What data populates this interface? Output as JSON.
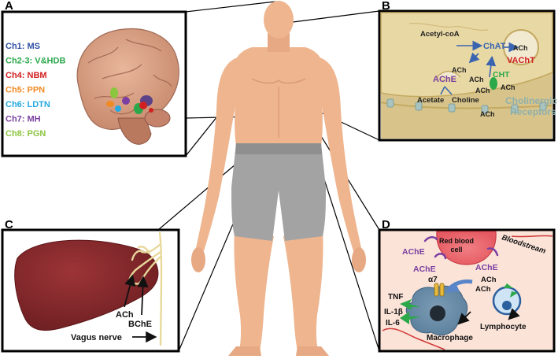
{
  "panels": {
    "a": {
      "letter": "A",
      "legend": [
        {
          "text": "Ch1: MS",
          "color": "#2e4fa3"
        },
        {
          "text": "Ch2-3: V&HDB",
          "color": "#2aa84a"
        },
        {
          "text": "Ch4: NBM",
          "color": "#d21f1f"
        },
        {
          "text": "Ch5: PPN",
          "color": "#f08a24"
        },
        {
          "text": "Ch6: LDTN",
          "color": "#25a9e0"
        },
        {
          "text": "Ch7: MH",
          "color": "#7a3fa0"
        },
        {
          "text": "Ch8: PGN",
          "color": "#8cc63f"
        }
      ]
    },
    "b": {
      "letter": "B",
      "acetyl_coa": "Acetyl-coA",
      "chat": "ChAT",
      "vacht": "VAChT",
      "ach": "ACh",
      "ache": "AChE",
      "cht": "CHT",
      "acetate": "Acetate",
      "choline": "Choline",
      "receptors_line1": "Cholinergic",
      "receptors_line2": "Receptors"
    },
    "c": {
      "letter": "C",
      "ach": "ACh",
      "bche": "BChE",
      "vagus": "Vagus nerve"
    },
    "d": {
      "letter": "D",
      "rbc_line1": "Red blood",
      "rbc_line2": "cell",
      "bloodstream": "Bloodstream",
      "ache": "AChE",
      "alpha7": "α7",
      "ach": "ACh",
      "tnf": "TNF",
      "il1b": "IL-1β",
      "il6": "IL-6",
      "lymphocyte": "Lymphocyte",
      "macrophage": "Macrophage"
    }
  },
  "colors": {
    "skin": "#eeb58f",
    "skin_shadow": "#d99a72",
    "shorts": "#a3a3a3",
    "panel_b_bg": "#d8c48a",
    "panel_d_bg": "#fbe3d8",
    "liver": "#8a2b2e",
    "nerve": "#e8d99b"
  }
}
